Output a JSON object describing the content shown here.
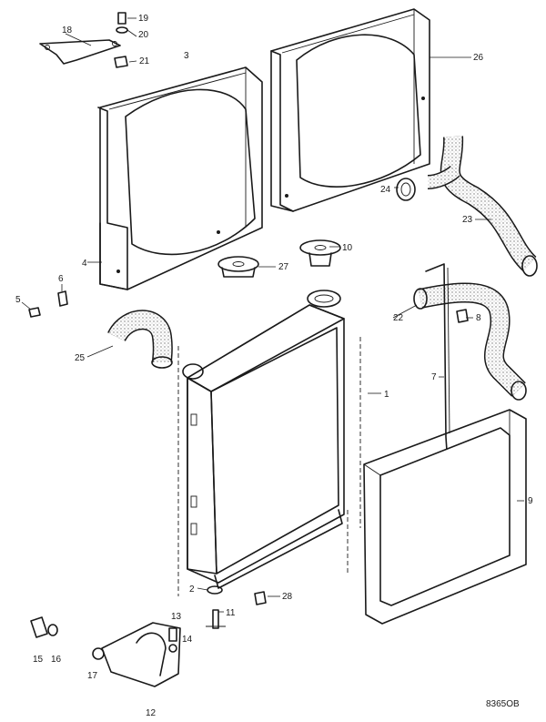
{
  "callouts": {
    "c1": "1",
    "c2": "2",
    "c3": "3",
    "c4": "4",
    "c5": "5",
    "c6": "6",
    "c7": "7",
    "c8": "8",
    "c9": "9",
    "c10": "10",
    "c11": "11",
    "c12": "12",
    "c13": "13",
    "c14": "14",
    "c15": "15",
    "c16": "16",
    "c17": "17",
    "c18": "18",
    "c19": "19",
    "c20": "20",
    "c21": "21",
    "c22": "22",
    "c23": "23",
    "c24": "24",
    "c25": "25",
    "c26": "26",
    "c27": "27",
    "c28": "28"
  },
  "figure_ref": "8365OB",
  "colors": {
    "ink": "#1a1a1a",
    "paper": "#ffffff",
    "stipple": "#8c8c8c"
  }
}
